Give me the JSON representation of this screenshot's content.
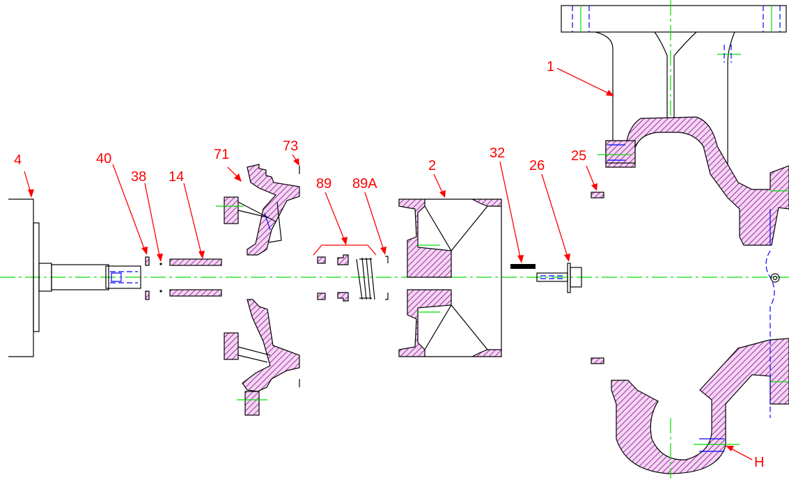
{
  "labels": {
    "part_4": "4",
    "part_40": "40",
    "part_38": "38",
    "part_14": "14",
    "part_71": "71",
    "part_73": "73",
    "part_89": "89",
    "part_89A": "89A",
    "part_2": "2",
    "part_32": "32",
    "part_26": "26",
    "part_25": "25",
    "part_1": "1",
    "part_H": "H"
  },
  "colors": {
    "label": "#ff0000",
    "outline": "#000000",
    "hatch": "#8b008b",
    "hatch_fill": "#f3d6f3",
    "centerline": "#00dd00",
    "hidden_line": "#0000ff"
  }
}
